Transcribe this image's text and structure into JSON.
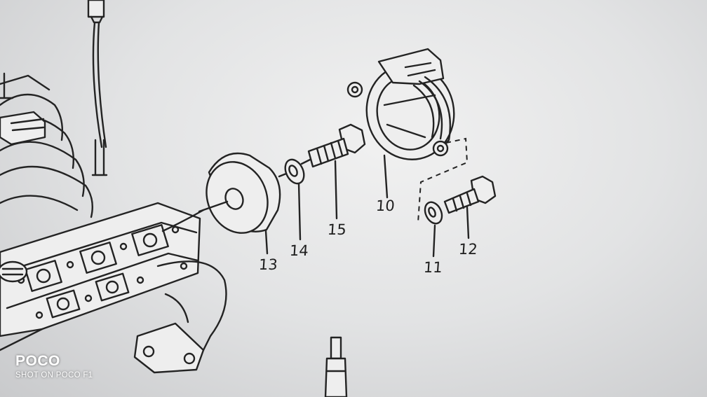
{
  "diagram": {
    "labels": {
      "part_10": "10",
      "part_11": "11",
      "part_12": "12",
      "part_13": "13",
      "part_14": "14",
      "part_15": "15"
    }
  },
  "watermark": {
    "brand": "POCO",
    "caption": "SHOT ON POCO F1"
  },
  "colors": {
    "ink": "#232323",
    "paper": "#eeeeee",
    "watermark": "#ffffff"
  }
}
